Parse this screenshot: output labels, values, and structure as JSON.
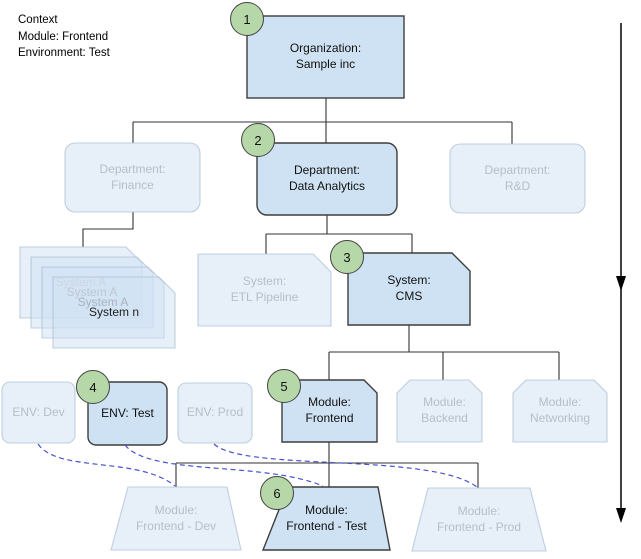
{
  "context": {
    "line1": "Context",
    "line2": "Module: Frontend",
    "line3": "Environment: Test"
  },
  "steps": [
    "1",
    "2",
    "3",
    "4",
    "5",
    "6"
  ],
  "nodes": {
    "organization": {
      "label": "Organization:\nSample inc",
      "step": "1",
      "state": "active"
    },
    "dept_finance": {
      "label": "Department:\nFinance",
      "state": "faded"
    },
    "dept_data_analytics": {
      "label": "Department:\nData Analytics",
      "step": "2",
      "state": "active"
    },
    "dept_rd": {
      "label": "Department:\nR&D",
      "state": "faded"
    },
    "system_stack": {
      "labels": [
        "System A",
        "System A",
        "System A",
        "System n"
      ],
      "state": "faded"
    },
    "system_etl": {
      "label": "System:\nETL Pipeline",
      "state": "faded"
    },
    "system_cms": {
      "label": "System:\nCMS",
      "step": "3",
      "state": "active"
    },
    "env_dev": {
      "label": "ENV: Dev",
      "state": "faded"
    },
    "env_test": {
      "label": "ENV: Test",
      "step": "4",
      "state": "active"
    },
    "env_prod": {
      "label": "ENV: Prod",
      "state": "faded"
    },
    "module_frontend": {
      "label": "Module:\nFrontend",
      "step": "5",
      "state": "active"
    },
    "module_backend": {
      "label": "Module:\nBackend",
      "state": "faded"
    },
    "module_networking": {
      "label": "Module:\nNetworking",
      "state": "faded"
    },
    "deploy_dev": {
      "label": "Module:\nFrontend - Dev",
      "state": "faded"
    },
    "deploy_test": {
      "label": "Module:\nFrontend - Test",
      "step": "6",
      "state": "active"
    },
    "deploy_prod": {
      "label": "Module:\nFrontend - Prod",
      "state": "faded"
    }
  },
  "colors": {
    "active_fill": "#cfe2f3",
    "active_border": "#3d3d3d",
    "faded_text": "#b6bdc8",
    "step_fill": "#b6d7a8",
    "step_border": "#434343",
    "dashed_link": "#4853cf",
    "connector": "#333333"
  }
}
